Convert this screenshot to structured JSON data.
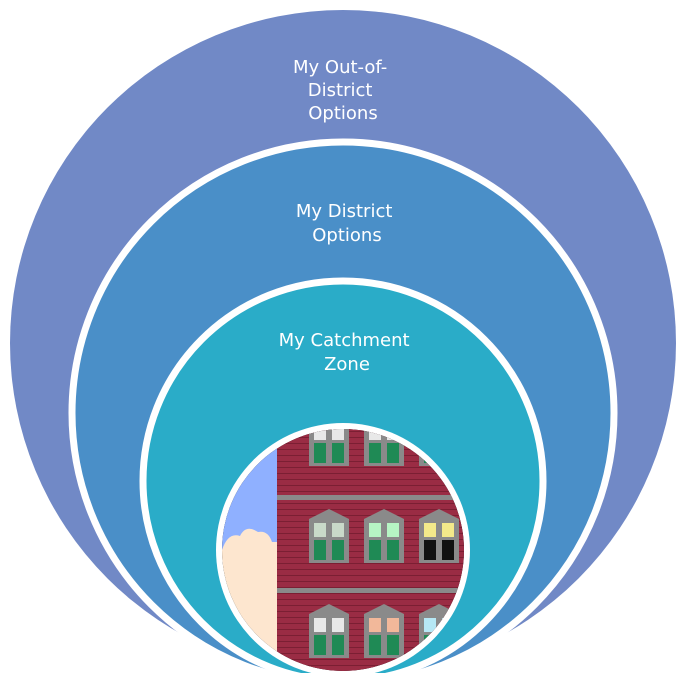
{
  "diagram": {
    "type": "nested-circles",
    "colors": {
      "background": "#ffffff",
      "outer_ring": "#7189c6",
      "middle_ring": "#4a8fc8",
      "inner_ring": "#2aacc8",
      "ring_border": "#ffffff"
    },
    "outer": {
      "label_line1": "My Out-of-",
      "label_line2": "District",
      "label_line3": "Options"
    },
    "middle": {
      "label_line1": "My District",
      "label_line2": "Options"
    },
    "inner": {
      "label_line1": "My Catchment",
      "label_line2": "Zone"
    },
    "center": {
      "image": "apartment-building-illustration",
      "colors": {
        "brick": "#9a2c44",
        "sky": "#8fb0ff",
        "cloud": "#fde6cf",
        "window_frame": "#8a8a8a"
      }
    }
  }
}
